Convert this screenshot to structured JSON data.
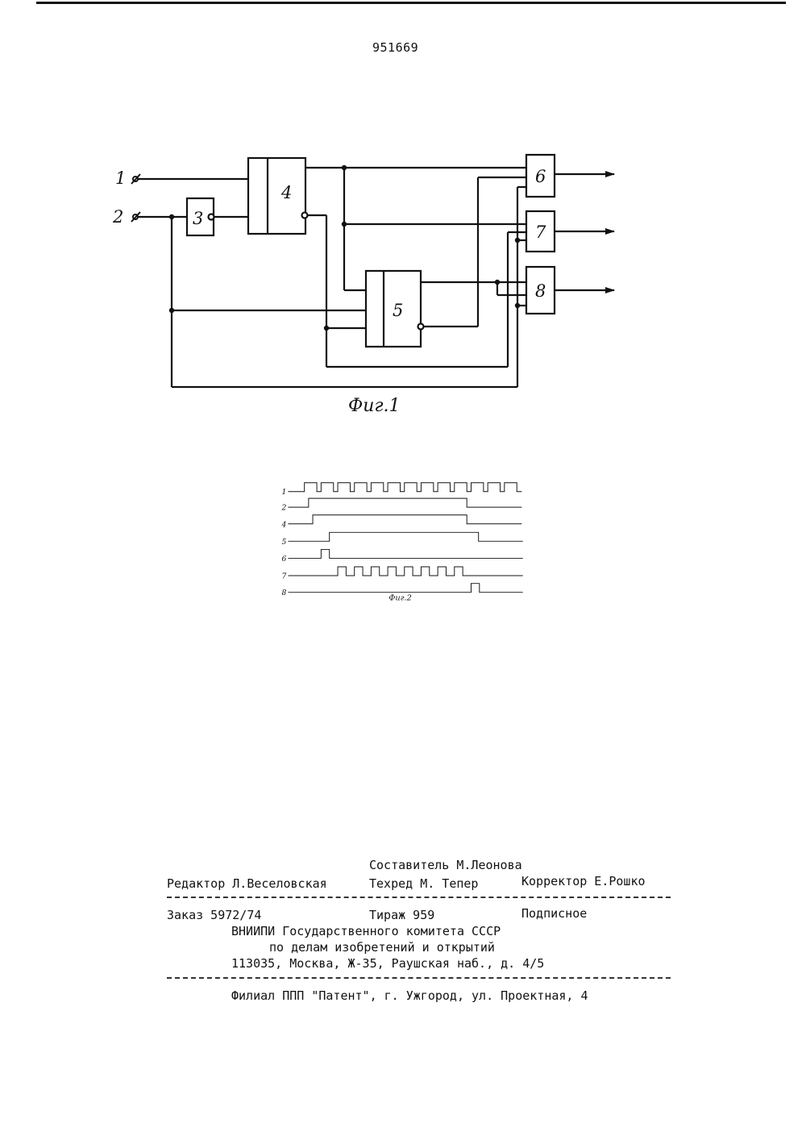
{
  "patent_number": "951669",
  "figure1": {
    "caption": "Фиг.1",
    "terminals": [
      "1",
      "2"
    ],
    "blocks": [
      "3",
      "4",
      "5",
      "6",
      "7",
      "8"
    ]
  },
  "figure2": {
    "caption": "Фиг.2",
    "signals": [
      {
        "label": "1",
        "pulses": [
          [
            0,
            1
          ],
          [
            1,
            2
          ],
          [
            2,
            3
          ],
          [
            3,
            4
          ],
          [
            4,
            5
          ],
          [
            5,
            6
          ],
          [
            6,
            7
          ],
          [
            7,
            8
          ],
          [
            8,
            9
          ],
          [
            9,
            10
          ],
          [
            10,
            11
          ],
          [
            11,
            12
          ],
          [
            12,
            13
          ]
        ]
      },
      {
        "label": "2",
        "pulses": [
          [
            0.25,
            10
          ]
        ]
      },
      {
        "label": "4",
        "pulses": [
          [
            0.5,
            10
          ]
        ]
      },
      {
        "label": "5",
        "pulses": [
          [
            1.5,
            10.7
          ]
        ]
      },
      {
        "label": "6",
        "pulses": [
          [
            1,
            1.5
          ]
        ]
      },
      {
        "label": "7",
        "pulses": [
          [
            2,
            2.5
          ],
          [
            3,
            3.5
          ],
          [
            4,
            4.5
          ],
          [
            5,
            5.5
          ],
          [
            6,
            6.5
          ],
          [
            7,
            7.5
          ],
          [
            8,
            8.5
          ],
          [
            9,
            9.5
          ]
        ]
      },
      {
        "label": "8",
        "pulses": [
          [
            10,
            10.5
          ]
        ]
      }
    ]
  },
  "footer": {
    "composer": "Составитель М.Леонова",
    "editor": "Редактор Л.Веселовская",
    "techred": "Техред М. Тепер",
    "corrector": "Корректор Е.Рошко",
    "order": "Заказ 5972/74",
    "circulation": "Тираж 959",
    "subscription": "Подписное",
    "org_line1": "ВНИИПИ Государственного комитета СССР",
    "org_line2": "по делам изобретений и открытий",
    "address": "113035, Москва, Ж-35, Раушская наб., д. 4/5",
    "branch": "Филиал ППП \"Патент\", г. Ужгород, ул. Проектная, 4"
  }
}
